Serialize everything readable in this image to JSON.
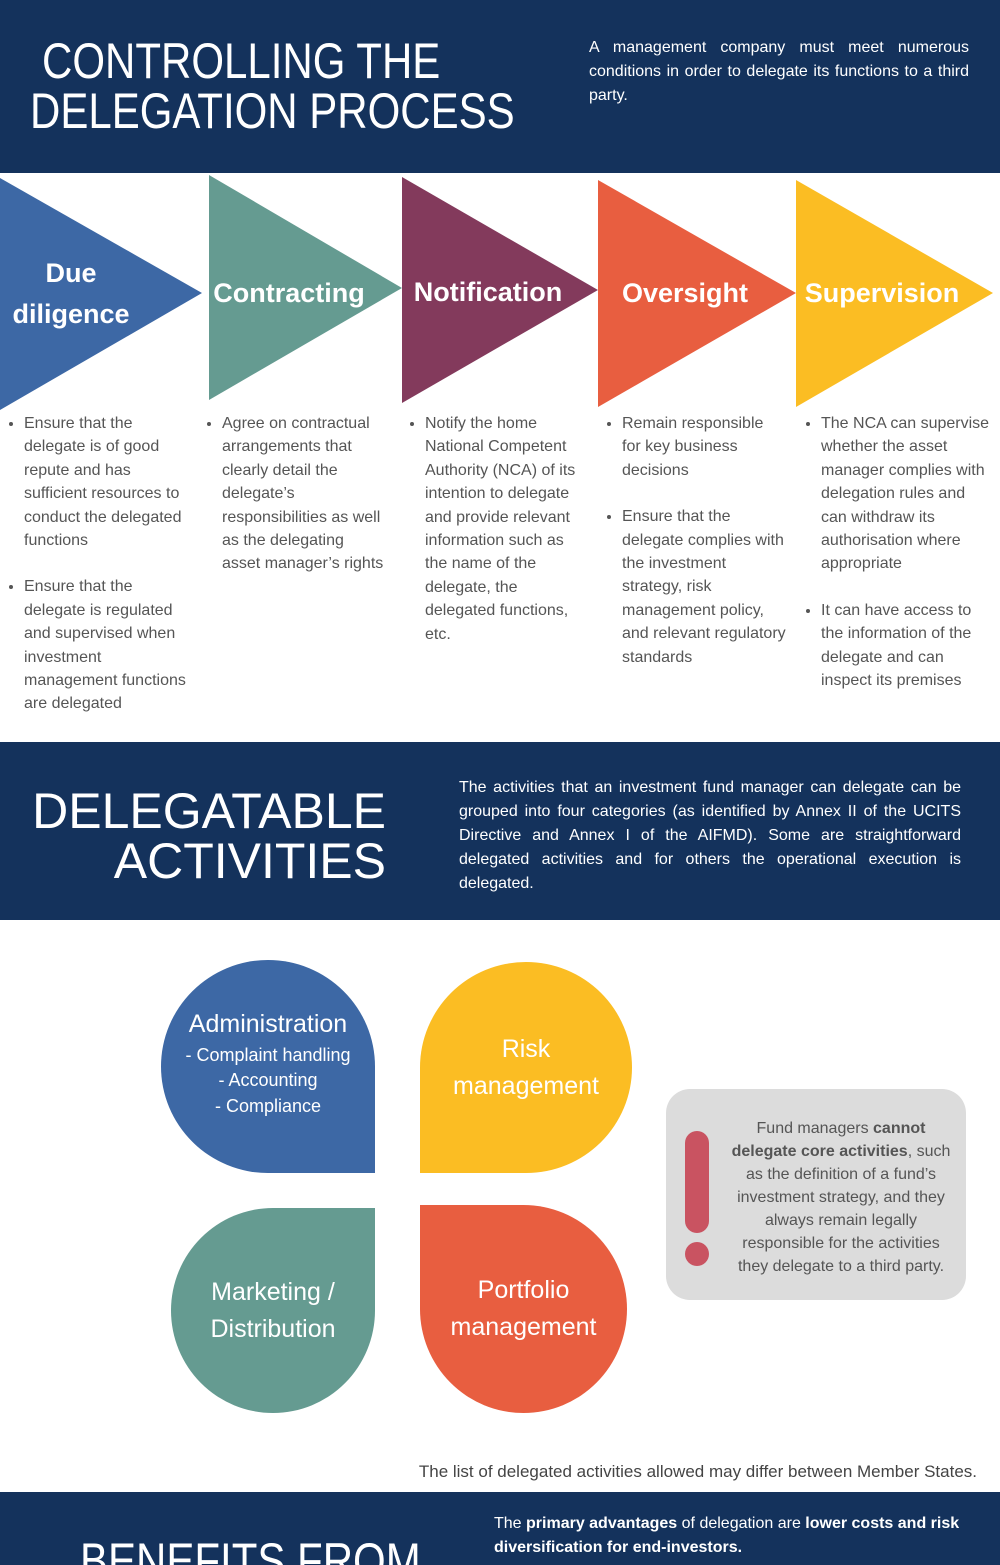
{
  "colors": {
    "navy": "#14325c",
    "due_diligence": "#3d68a5",
    "contracting": "#659b91",
    "notification": "#833a5c",
    "oversight": "#e85e40",
    "supervision": "#fbbd23",
    "warning": "#c95361",
    "warning_box": "#dcdcdc"
  },
  "header": {
    "title_line1": "CONTROLLING THE",
    "title_line2": "DELEGATION PROCESS",
    "description": "A management company must meet numerous conditions in order to delegate its functions to a third party."
  },
  "steps": [
    {
      "label_line1": "Due",
      "label_line2": "diligence",
      "bullets": [
        "Ensure that the delegate is of good repute and has sufficient resources to conduct the delegated functions",
        "Ensure that the delegate is regulated and supervised when investment management functions are delegated"
      ]
    },
    {
      "label": "Contracting",
      "bullets": [
        "Agree on contractual arrangements that clearly detail the delegate’s responsibilities as well as the delegating asset manager’s rights"
      ]
    },
    {
      "label": "Notification",
      "bullets": [
        "Notify the home National Competent Authority (NCA) of its intention to delegate and provide relevant information such as the name of the delegate, the delegated functions, etc."
      ]
    },
    {
      "label": "Oversight",
      "bullets": [
        "Remain responsible for key business decisions",
        "Ensure that the delegate complies with the investment strategy, risk management policy, and relevant regulatory standards"
      ]
    },
    {
      "label": "Supervision",
      "bullets": [
        "The NCA can supervise whether the asset manager complies with delegation rules and can withdraw its authorisation where appropriate",
        "It can have access to the information of the delegate and can inspect its premises"
      ]
    }
  ],
  "delegatable": {
    "title_line1": "DELEGATABLE",
    "title_line2": "ACTIVITIES",
    "description": "The activities that an investment fund manager can delegate can be grouped into four categories (as identified by Annex II of the UCITS Directive and Annex I of the AIFMD). Some are straightforward delegated activities and for others the operational execution is delegated."
  },
  "activities": {
    "administration": {
      "title": "Administration",
      "items": [
        "- Complaint handling",
        "- Accounting",
        "- Compliance"
      ]
    },
    "risk": {
      "line1": "Risk",
      "line2": "management"
    },
    "marketing": {
      "line1": "Marketing /",
      "line2": "Distribution"
    },
    "portfolio": {
      "line1": "Portfolio",
      "line2": "management"
    }
  },
  "warning": {
    "icon": "exclamation-icon",
    "pre": "Fund managers ",
    "bold": "cannot delegate core activities",
    "post": ", such as the definition of a fund’s investment strategy, and they always remain legally responsible for the activities they delegate to a third party."
  },
  "footnote": "The list of delegated activities allowed may differ between Member States.",
  "benefits": {
    "title": "BENEFITS FROM",
    "pre": "The ",
    "bold1": "primary advantages",
    "mid": " of delegation are ",
    "bold2": "lower costs and risk diversification for end-investors",
    "post": "."
  }
}
